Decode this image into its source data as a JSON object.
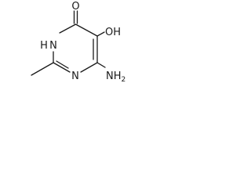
{
  "molecule": {
    "labels": {
      "oxygen_carbonyl": "O",
      "hydroxyl": "OH",
      "amine_nh": "NH",
      "ring_n": "N",
      "amino": "NH2",
      "amino_base": "NH",
      "amino_sub": "2",
      "hn": "H",
      "hn_n": "N"
    },
    "colors": {
      "ink": "#1a1a1a",
      "background": "#ffffff"
    }
  }
}
